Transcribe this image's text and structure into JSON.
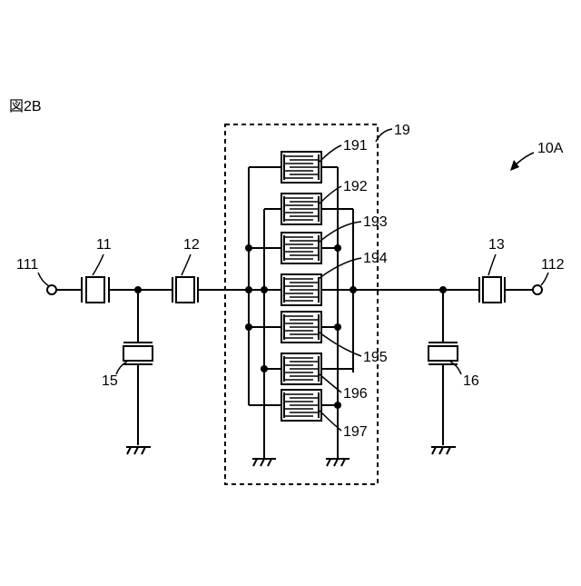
{
  "figure_label": "図2B",
  "module_label": "10A",
  "block_label": "19",
  "terminals": {
    "in": "111",
    "out": "112"
  },
  "series_resonators": [
    "11",
    "12",
    "13"
  ],
  "parallel_resonators": [
    "15",
    "16"
  ],
  "idt_elements": [
    "191",
    "192",
    "193",
    "194",
    "195",
    "196",
    "197"
  ]
}
